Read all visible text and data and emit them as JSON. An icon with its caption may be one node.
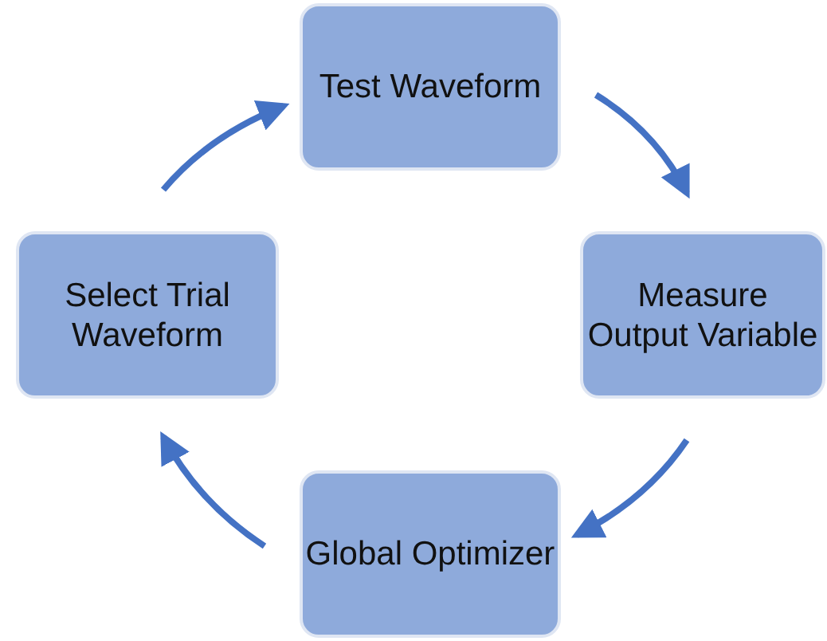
{
  "diagram": {
    "nodes": [
      {
        "text": [
          "Test Waveform"
        ]
      },
      {
        "text": [
          "Measure Output Variable"
        ]
      },
      {
        "text": [
          "Global Optimizer"
        ]
      },
      {
        "text": [
          "Select Trial Waveform"
        ]
      }
    ],
    "edges": [
      {
        "from": 0,
        "to": 1,
        "arrow": "to"
      },
      {
        "from": 1,
        "to": 2,
        "arrow": "to"
      },
      {
        "from": 2,
        "to": 3,
        "arrow": "to"
      },
      {
        "from": 3,
        "to": 0,
        "arrow": "to"
      }
    ]
  }
}
